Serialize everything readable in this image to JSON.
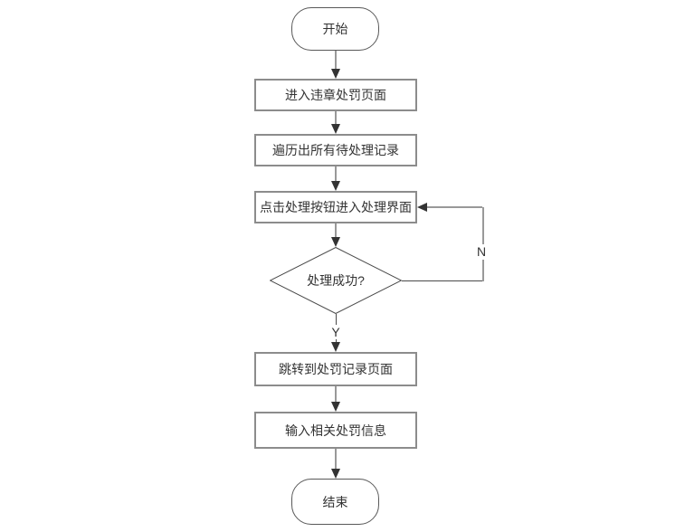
{
  "diagram": {
    "type": "flowchart",
    "nodes": {
      "start": {
        "label": "开始",
        "shape": "terminator"
      },
      "enter_page": {
        "label": "进入违章处罚页面",
        "shape": "process"
      },
      "list_records": {
        "label": "遍历出所有待处理记录",
        "shape": "process"
      },
      "click_handle": {
        "label": "点击处理按钮进入处理界面",
        "shape": "process"
      },
      "decision": {
        "label": "处理成功?",
        "shape": "decision"
      },
      "goto_record": {
        "label": "跳转到处罚记录页面",
        "shape": "process"
      },
      "input_info": {
        "label": "输入相关处罚信息",
        "shape": "process"
      },
      "end": {
        "label": "结束",
        "shape": "terminator"
      }
    },
    "edge_labels": {
      "yes": "Y",
      "no": "N"
    },
    "colors": {
      "shape_border": "#8c8c8c",
      "terminator_border": "#595959",
      "decision_border": "#4a4a4a",
      "connector": "#999999",
      "connector_dark": "#4a4a4a",
      "arrowhead": "#333333",
      "text": "#333333",
      "bg": "#ffffff"
    }
  }
}
